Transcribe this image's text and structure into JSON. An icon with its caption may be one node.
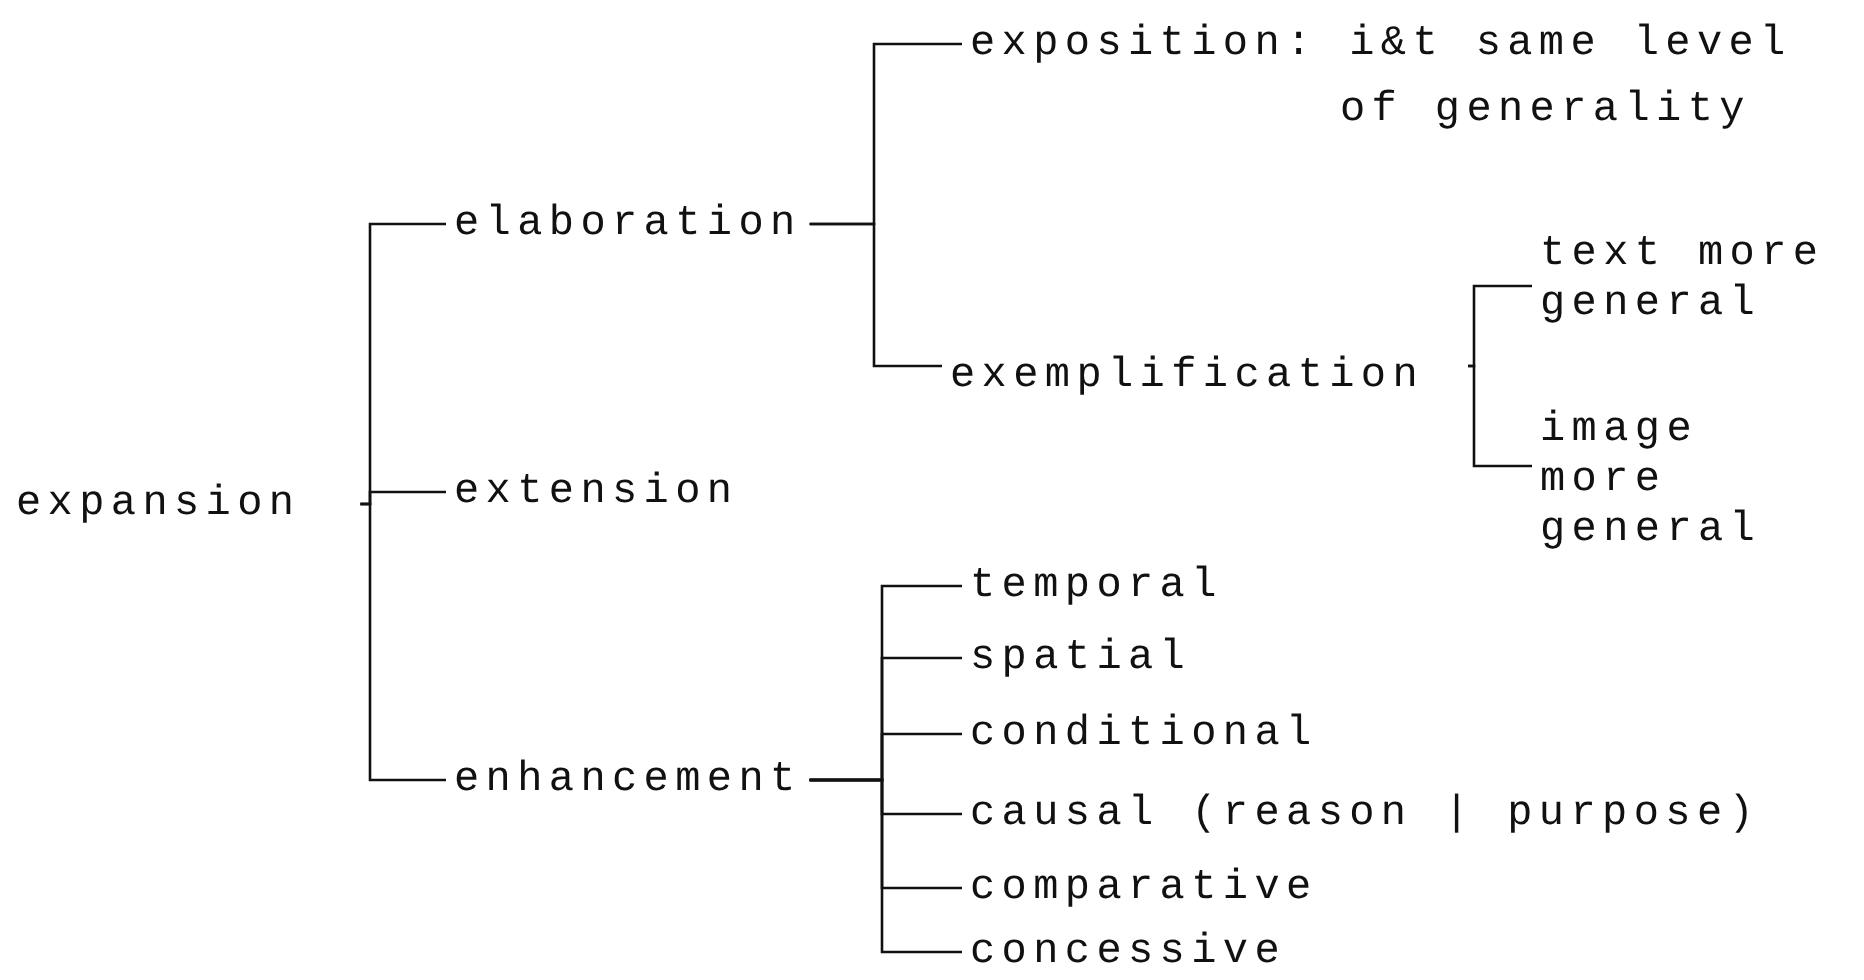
{
  "diagram": {
    "nodes": [
      {
        "text": [
          "expansion"
        ]
      },
      {
        "text": [
          "elaboration"
        ]
      },
      {
        "text": [
          "extension"
        ]
      },
      {
        "text": [
          "enhancement"
        ]
      },
      {
        "text": [
          "exposition: i&t same level of generality"
        ]
      },
      {
        "text": [
          "exemplification"
        ]
      },
      {
        "text": [
          "text more general"
        ]
      },
      {
        "text": [
          "image more general"
        ]
      },
      {
        "text": [
          "temporal"
        ]
      },
      {
        "text": [
          "spatial"
        ]
      },
      {
        "text": [
          "conditional"
        ]
      },
      {
        "text": [
          "causal (reason | purpose)"
        ]
      },
      {
        "text": [
          "comparative"
        ]
      },
      {
        "text": [
          "concessive"
        ]
      }
    ],
    "edges": [
      {
        "from": 0,
        "to": 1,
        "arrow": "none"
      },
      {
        "from": 0,
        "to": 2,
        "arrow": "none"
      },
      {
        "from": 0,
        "to": 3,
        "arrow": "none"
      },
      {
        "from": 1,
        "to": 4,
        "arrow": "none"
      },
      {
        "from": 1,
        "to": 5,
        "arrow": "none"
      },
      {
        "from": 5,
        "to": 6,
        "arrow": "none"
      },
      {
        "from": 5,
        "to": 7,
        "arrow": "none"
      },
      {
        "from": 3,
        "to": 8,
        "arrow": "none"
      },
      {
        "from": 3,
        "to": 9,
        "arrow": "none"
      },
      {
        "from": 3,
        "to": 10,
        "arrow": "none"
      },
      {
        "from": 3,
        "to": 11,
        "arrow": "none"
      },
      {
        "from": 3,
        "to": 12,
        "arrow": "none"
      },
      {
        "from": 3,
        "to": 13,
        "arrow": "none"
      }
    ]
  }
}
